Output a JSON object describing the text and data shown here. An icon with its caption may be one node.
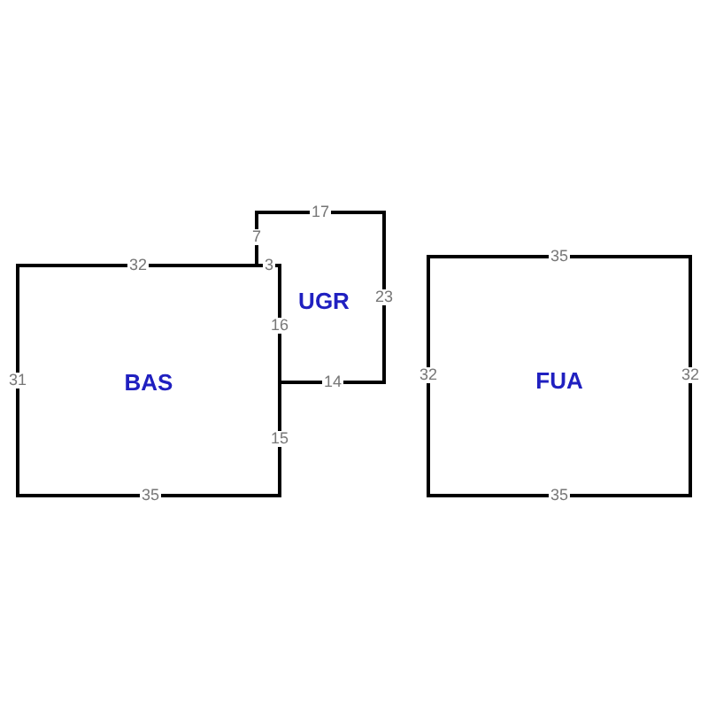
{
  "diagram": {
    "nodes": [
      {
        "text": [
          "BAS"
        ]
      },
      {
        "text": [
          "UGR"
        ]
      },
      {
        "text": [
          "FUA"
        ]
      }
    ],
    "labels": [
      "17",
      "7",
      "35",
      "32",
      "3",
      "23",
      "16",
      "32",
      "32",
      "31",
      "14",
      "15",
      "35",
      "35"
    ]
  }
}
